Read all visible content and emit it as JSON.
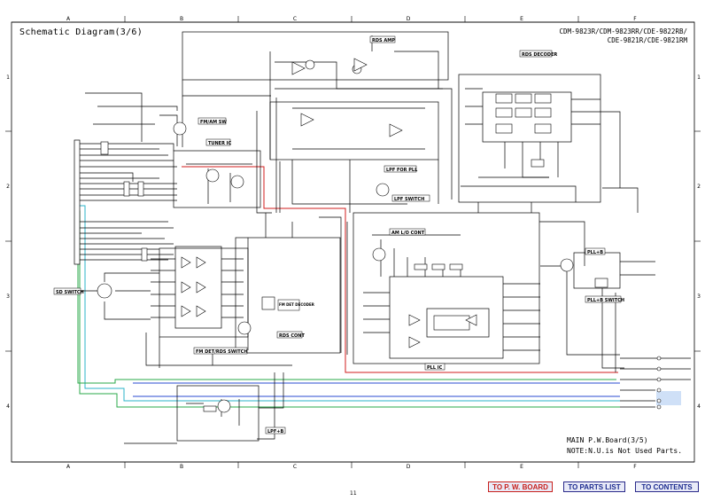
{
  "header": {
    "title": "Schematic Diagram(3/6)",
    "models_line1": "CDM-9823R/CDM-9823RR/CDE-9822RB/",
    "models_line2": "CDE-9821R/CDE-9821RM"
  },
  "grid": {
    "columns": [
      "A",
      "B",
      "C",
      "D",
      "E",
      "F"
    ],
    "rows": [
      "1",
      "2",
      "3",
      "4"
    ]
  },
  "blocks": {
    "rds_amp": "RDS AMP",
    "rds_decoder": "RDS DECODER",
    "fm_am_sw": "FM/AM SW",
    "tuner_ic": "TUNER IC",
    "lpf_for_pll": "LPF FOR PLL",
    "lpf_switch": "LPF SWITCH",
    "am_lo_cont": "AM L/O CONT",
    "pll_ic": "PLL IC",
    "pll_b": "PLL+B",
    "pll_b_switch": "PLL+B SWITCH",
    "sd_switch": "SD SWITCH",
    "fm_det_decoder": "FM DET DECODER",
    "rds_cont": "RDS CONT",
    "fm_det_rds_switch": "FM DET/RDS SWITCH",
    "lpf_b": "LPF+B"
  },
  "footer": {
    "board_line": "MAIN P.W.Board(3/5)",
    "note_line": "NOTE:N.U.is Not Used Parts.",
    "page_number": "11"
  },
  "nav": {
    "pw_board": "TO P. W. BOARD",
    "parts_list": "TO PARTS LIST",
    "contents": "TO CONTENTS"
  },
  "colors": {
    "wire": "#000000",
    "red_trace": "#d21d1d",
    "cyan_trace": "#2bb3c9",
    "green_trace": "#2aa84a",
    "blue_trace": "#2a4bd1",
    "highlight": "#cfe0f7"
  }
}
